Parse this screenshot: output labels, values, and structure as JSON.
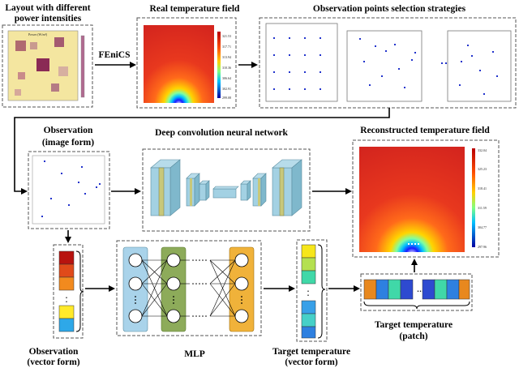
{
  "titles": {
    "layout_line1": "Layout with different",
    "layout_line2": "power intensities",
    "real_field": "Real temperature field",
    "strategies": "Observation points selection strategies",
    "fenics": "FEniCS",
    "observation_line1": "Observation",
    "observation_line2": "(image form)",
    "dcnn": "Deep convolution neural network",
    "reconstructed": "Reconstructed temperature field",
    "obs_vec_line1": "Observation",
    "obs_vec_line2": "(vector form)",
    "mlp": "MLP",
    "target_vec_line1": "Target temperature",
    "target_vec_line2": "(vector form)",
    "target_patch_line1": "Target temperature",
    "target_patch_line2": "(patch)"
  },
  "layout_thumb": {
    "caption": "Power (W/m²)"
  },
  "real_colorbar_ticks": [
    "321.53",
    "317.71",
    "313.94",
    "310.36",
    "306.64",
    "302.91",
    "299.08"
  ],
  "recon_colorbar_ticks": [
    "332.04",
    "325.23",
    "318.41",
    "311.59",
    "304.77",
    "297.96"
  ],
  "colors": {
    "dashed_border": "#555555",
    "conv_blue": "#8fc9e0",
    "conv_green": "#c8c87a",
    "mlp_blue": "#a9d3ea",
    "mlp_green": "#8dab5a",
    "mlp_orange": "#f0b23a",
    "point_blue": "#2233cc"
  }
}
